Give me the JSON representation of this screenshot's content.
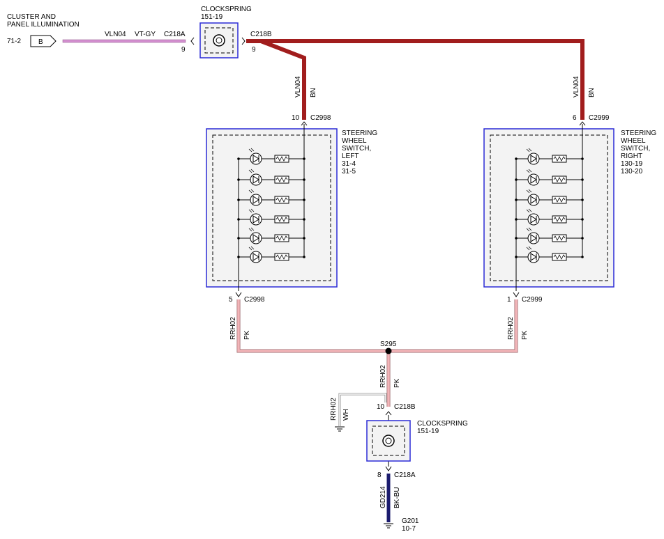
{
  "top": {
    "source_title_line1": "CLUSTER AND",
    "source_title_line2": "PANEL ILLUMINATION",
    "source_ref": "71-2",
    "connector_letter": "B",
    "circuit": "VLN04",
    "color": "VT-GY",
    "connector_in": "C218A",
    "pin_in": "9",
    "clockspring_title": "CLOCKSPRING",
    "clockspring_ref": "151-19",
    "connector_out": "C218B",
    "pin_out": "9"
  },
  "left_switch": {
    "circuit_in": "VLN04",
    "color_in": "BN",
    "pin_in": "10",
    "connector_in": "C2998",
    "title_line1": "STEERING",
    "title_line2": "WHEEL",
    "title_line3": "SWITCH,",
    "title_line4": "LEFT",
    "ref1": "31-4",
    "ref2": "31-5",
    "pin_out": "5",
    "connector_out": "C2998",
    "circuit_out": "RRH02",
    "color_out": "PK"
  },
  "right_switch": {
    "circuit_in": "VLN04",
    "color_in": "BN",
    "pin_in": "6",
    "connector_in": "C2999",
    "title_line1": "STEERING",
    "title_line2": "WHEEL",
    "title_line3": "SWITCH,",
    "title_line4": "RIGHT",
    "ref1": "130-19",
    "ref2": "130-20",
    "pin_out": "1",
    "connector_out": "C2999",
    "circuit_out": "RRH02",
    "color_out": "PK"
  },
  "splice": {
    "name": "S295",
    "circuit": "RRH02",
    "color": "PK"
  },
  "bottom": {
    "branch_circuit": "RRH02",
    "branch_color": "WH",
    "pin_in": "10",
    "connector_in": "C218B",
    "clockspring_title": "CLOCKSPRING",
    "clockspring_ref": "151-19",
    "pin_out": "8",
    "connector_out": "C218A",
    "ground_circuit": "GD214",
    "ground_color": "BK-BU",
    "ground_name": "G201",
    "ground_ref": "10-7"
  },
  "colors": {
    "wire_bn": "#a11d1d",
    "wire_pk": "#f2b4b8",
    "wire_vt_gy": "#d48fd0",
    "wire_bk_bu": "#1c1c6e",
    "box_border": "#2b2bd6"
  }
}
